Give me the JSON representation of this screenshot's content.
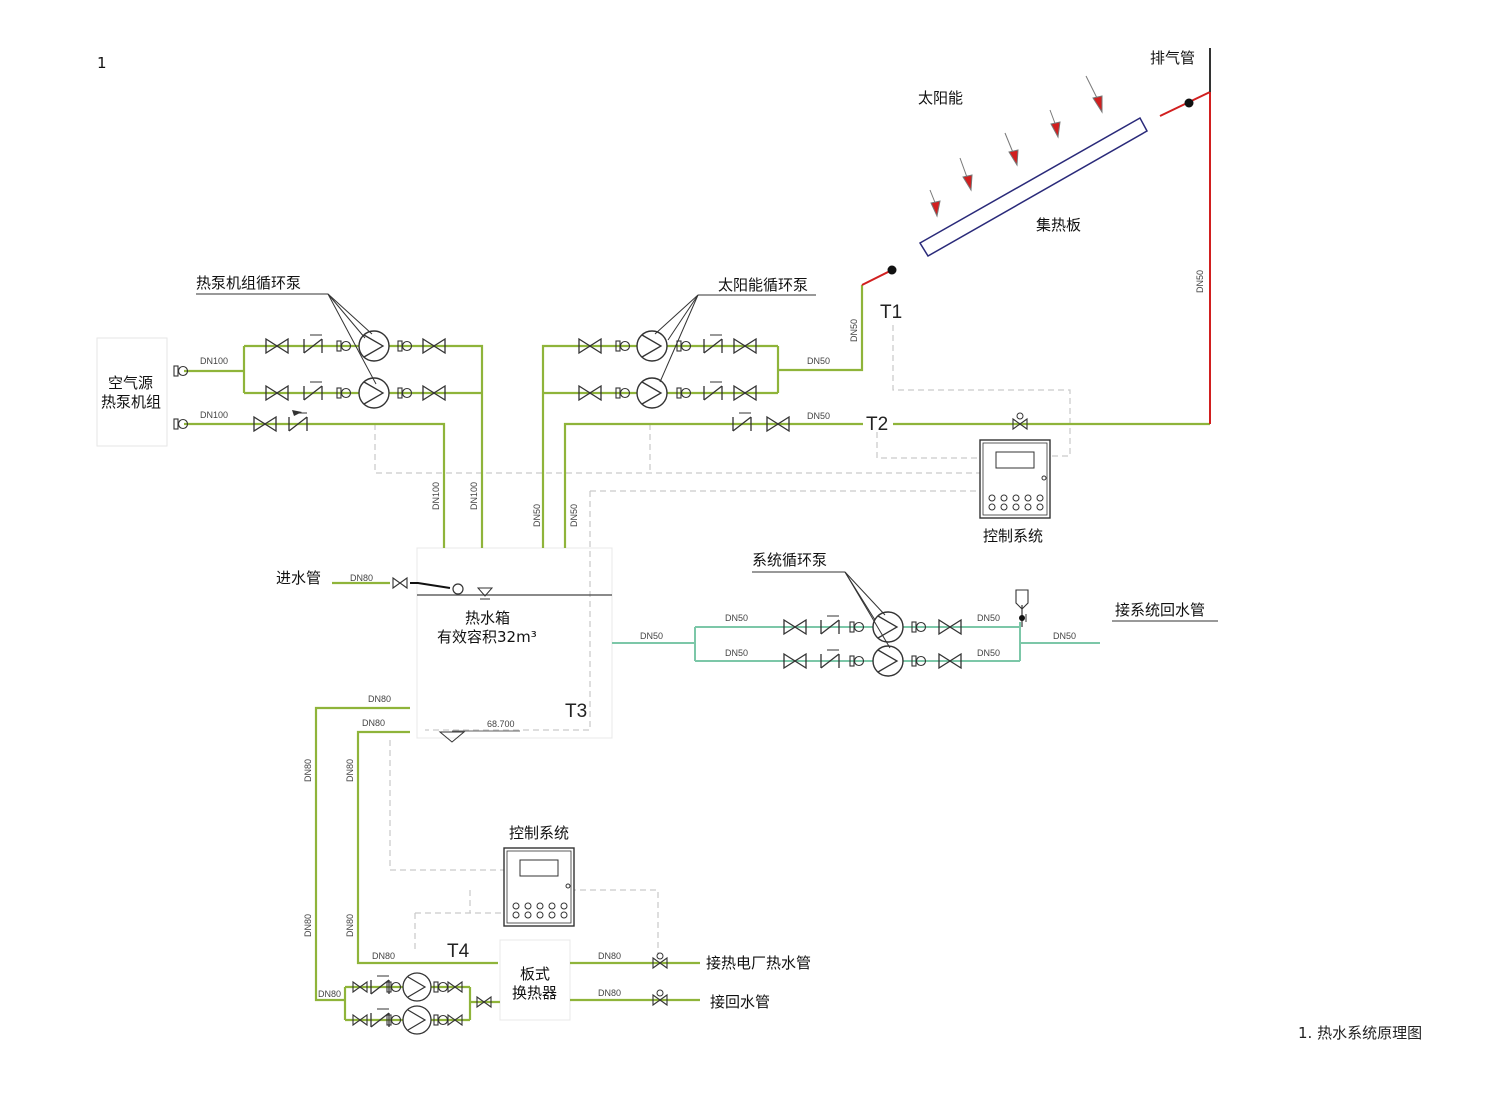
{
  "page_number": "1",
  "caption": "1. 热水系统原理图",
  "colors": {
    "supply_line": "#8fb43a",
    "return_line": "#7cc7a8",
    "solar_line": "#d11f1f",
    "control_line": "#c9c9c9",
    "pipe_dark": "#333333"
  },
  "labels": {
    "exhaust_pipe": "排气管",
    "solar": "太阳能",
    "collector": "集热板",
    "heat_pump_pump": "热泵机组循环泵",
    "solar_pump": "太阳能循环泵",
    "air_source_line1": "空气源",
    "air_source_line2": "热泵机组",
    "control_system_1": "控制系统",
    "inlet_pipe": "进水管",
    "tank_line1": "热水箱",
    "tank_line2": "有效容积32m³",
    "system_pump": "系统循环泵",
    "system_return": "接系统回水管",
    "control_system_2": "控制系统",
    "plate_hx_line1": "板式",
    "plate_hx_line2": "换热器",
    "plant_hot_water": "接热电厂热水管",
    "return_water": "接回水管"
  },
  "sensors": {
    "t1": "T1",
    "t2": "T2",
    "t3": "T3",
    "t4": "T4"
  },
  "elevation": "68.700",
  "pipe_sizes": {
    "dn100": "DN100",
    "dn80": "DN80",
    "dn50": "DN50"
  }
}
